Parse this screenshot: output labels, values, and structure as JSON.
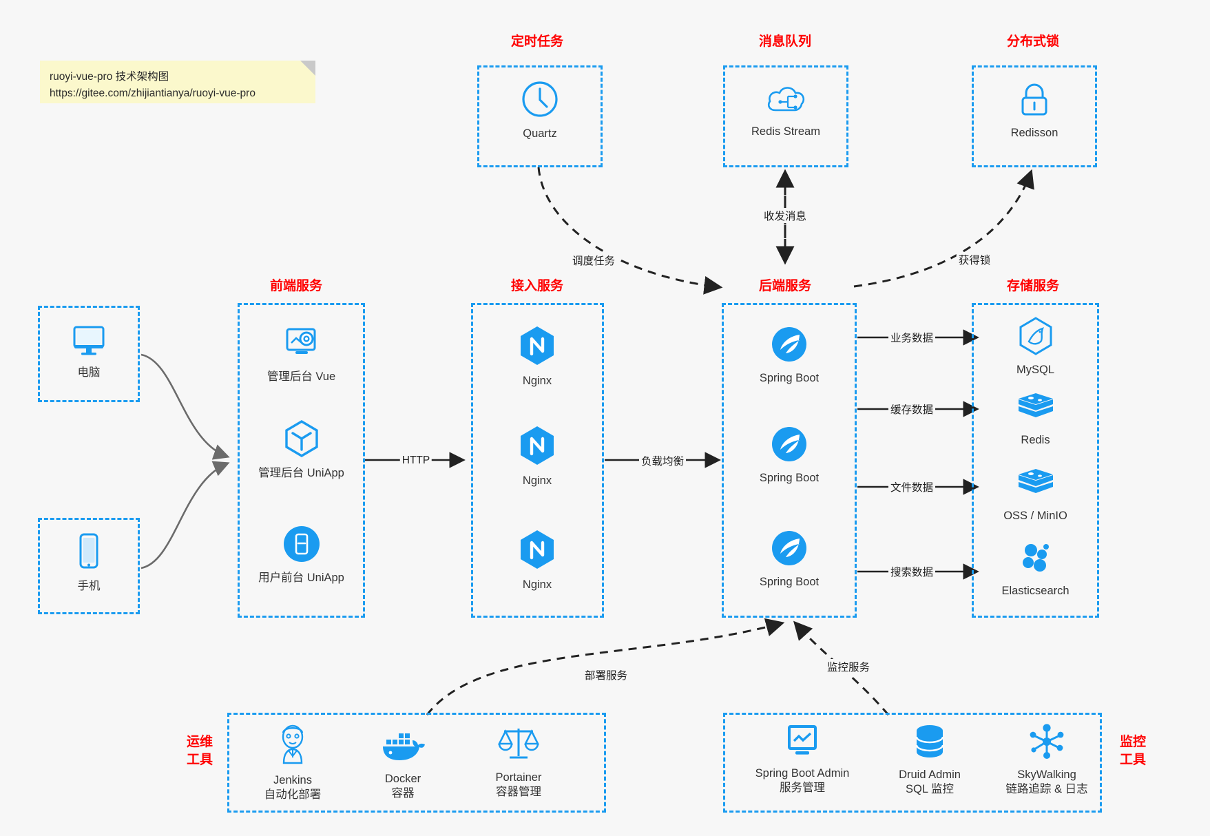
{
  "note": {
    "line1": "ruoyi-vue-pro 技术架构图",
    "line2": "https://gitee.com/zhijiantianya/ruoyi-vue-pro"
  },
  "groups": {
    "scheduler": "定时任务",
    "mq": "消息队列",
    "lock": "分布式锁",
    "frontend": "前端服务",
    "gateway": "接入服务",
    "backend": "后端服务",
    "storage": "存储服务",
    "devops_line1": "运维",
    "devops_line2": "工具",
    "monitor_line1": "监控",
    "monitor_line2": "工具"
  },
  "nodes": {
    "quartz": {
      "label": "Quartz",
      "icon": "clock-icon"
    },
    "redis_stream": {
      "label": "Redis Stream",
      "icon": "cloud-stream-icon"
    },
    "redisson": {
      "label": "Redisson",
      "icon": "lock-icon"
    },
    "computer": {
      "label": "电脑",
      "icon": "desktop-monitor-icon"
    },
    "phone": {
      "label": "手机",
      "icon": "mobile-phone-icon"
    },
    "admin_vue": {
      "label": "管理后台 Vue",
      "icon": "dashboard-gear-icon"
    },
    "admin_uniapp": {
      "label": "管理后台 UniApp",
      "icon": "cube-icon"
    },
    "user_uniapp": {
      "label": "用户前台 UniApp",
      "icon": "app-window-icon"
    },
    "nginx1": {
      "label": "Nginx",
      "icon": "nginx-icon"
    },
    "nginx2": {
      "label": "Nginx",
      "icon": "nginx-icon"
    },
    "nginx3": {
      "label": "Nginx",
      "icon": "nginx-icon"
    },
    "springboot1": {
      "label": "Spring Boot",
      "icon": "spring-leaf-icon"
    },
    "springboot2": {
      "label": "Spring Boot",
      "icon": "spring-leaf-icon"
    },
    "springboot3": {
      "label": "Spring Boot",
      "icon": "spring-leaf-icon"
    },
    "mysql": {
      "label": "MySQL",
      "icon": "mysql-dolphin-icon"
    },
    "redis": {
      "label": "Redis",
      "icon": "redis-stack-icon"
    },
    "oss": {
      "label": "OSS / MinIO",
      "icon": "redis-stack-icon"
    },
    "elasticsearch": {
      "label": "Elasticsearch",
      "icon": "elasticsearch-icon"
    },
    "jenkins": {
      "label": "Jenkins",
      "sub": "自动化部署",
      "icon": "jenkins-butler-icon"
    },
    "docker": {
      "label": "Docker",
      "sub": "容器",
      "icon": "docker-whale-icon"
    },
    "portainer": {
      "label": "Portainer",
      "sub": "容器管理",
      "icon": "scales-icon"
    },
    "sba": {
      "label": "Spring Boot Admin",
      "sub": "服务管理",
      "icon": "monitor-chart-icon"
    },
    "druid": {
      "label": "Druid Admin",
      "sub": "SQL 监控",
      "icon": "database-icon"
    },
    "skywalking": {
      "label": "SkyWalking",
      "sub": "链路追踪 & 日志",
      "icon": "skywalking-node-icon"
    }
  },
  "edges": {
    "schedule_task": "调度任务",
    "send_receive_msg": "收发消息",
    "acquire_lock": "获得锁",
    "http": "HTTP",
    "load_balance": "负载均衡",
    "business_data": "业务数据",
    "cache_data": "缓存数据",
    "file_data": "文件数据",
    "search_data": "搜索数据",
    "deploy_service": "部署服务",
    "monitor_service": "监控服务"
  },
  "colors": {
    "accent": "#1a9bf0",
    "title": "#ff0000",
    "arrow": "#222222",
    "client_arrow": "#6b6b6b",
    "background": "#f7f7f7",
    "note_bg": "#fbf8cc"
  }
}
